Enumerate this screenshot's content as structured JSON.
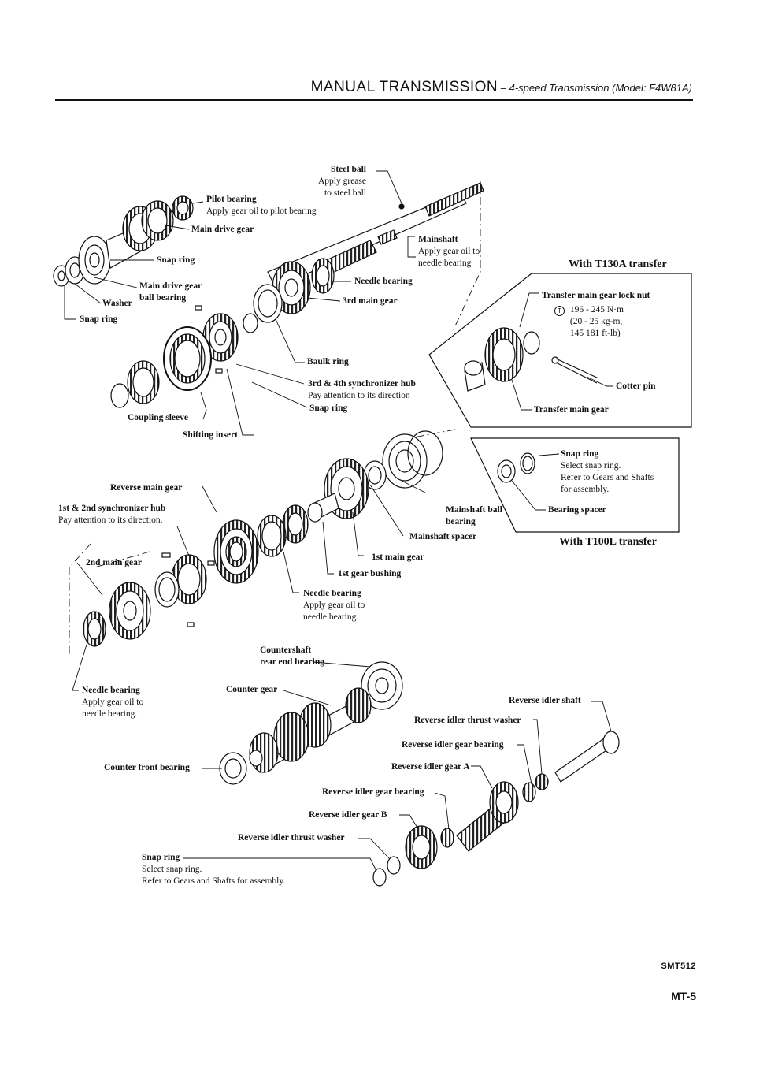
{
  "header": {
    "title": "MANUAL TRANSMISSION",
    "separator": " – ",
    "subtitle": "4-speed Transmission (Model: F4W81A)"
  },
  "labels": {
    "steel_ball": {
      "name": "Steel ball",
      "note": "Apply grease\nto steel ball"
    },
    "pilot_bearing": {
      "name": "Pilot bearing",
      "note": "Apply gear oil to pilot bearing"
    },
    "main_drive_gear": {
      "name": "Main drive gear"
    },
    "mainshaft": {
      "name": "Mainshaft",
      "note": "Apply gear oil to\nneedle bearing"
    },
    "snap_ring_top": {
      "name": "Snap ring"
    },
    "main_drive_gear_ball_bearing": {
      "name": "Main drive gear\nball bearing"
    },
    "washer": {
      "name": "Washer"
    },
    "snap_ring_left": {
      "name": "Snap ring"
    },
    "needle_bearing_top": {
      "name": "Needle bearing"
    },
    "third_main_gear": {
      "name": "3rd main gear"
    },
    "baulk_ring": {
      "name": "Baulk ring"
    },
    "sync_hub_34": {
      "name": "3rd & 4th synchronizer hub",
      "note": "Pay attention to its direction"
    },
    "snap_ring_mid": {
      "name": "Snap ring"
    },
    "coupling_sleeve": {
      "name": "Coupling sleeve"
    },
    "shifting_insert": {
      "name": "Shifting insert"
    },
    "reverse_main_gear": {
      "name": "Reverse main gear"
    },
    "sync_hub_12": {
      "name": "1st & 2nd synchronizer hub",
      "note": "Pay attention to its direction."
    },
    "second_main_gear": {
      "name": "2nd main gear"
    },
    "mainshaft_ball_bearing": {
      "name": "Mainshaft ball\nbearing"
    },
    "mainshaft_spacer": {
      "name": "Mainshaft spacer"
    },
    "first_main_gear": {
      "name": "1st main gear"
    },
    "first_gear_bushing": {
      "name": "1st gear bushing"
    },
    "needle_bearing_mid": {
      "name": "Needle bearing",
      "note": "Apply gear oil to\nneedle bearing."
    },
    "needle_bearing_left": {
      "name": "Needle bearing",
      "note": "Apply gear oil to\nneedle bearing."
    },
    "countershaft_rear_end_bearing": {
      "name": "Countershaft\nrear end bearing"
    },
    "counter_gear": {
      "name": "Counter gear"
    },
    "counter_front_bearing": {
      "name": "Counter front bearing"
    },
    "reverse_idler_shaft": {
      "name": "Reverse idler shaft"
    },
    "reverse_idler_thrust_washer_top": {
      "name": "Reverse idler thrust washer"
    },
    "reverse_idler_gear_bearing_top": {
      "name": "Reverse idler gear bearing"
    },
    "reverse_idler_gear_a": {
      "name": "Reverse idler gear A"
    },
    "reverse_idler_gear_bearing_mid": {
      "name": "Reverse idler gear bearing"
    },
    "reverse_idler_gear_b": {
      "name": "Reverse idler gear B"
    },
    "reverse_idler_thrust_washer_bottom": {
      "name": "Reverse idler thrust washer"
    },
    "snap_ring_bottom": {
      "name": "Snap ring",
      "note": "Select snap ring.\nRefer to Gears and Shafts for assembly."
    }
  },
  "t130a_box": {
    "title": "With T130A transfer",
    "lock_nut": "Transfer main gear lock nut",
    "torque_icon": "torque-symbol-icon",
    "torque_symbol": "T",
    "torque_values": "196 - 245 N·m\n(20 - 25 kg-m,\n145 181 ft-lb)",
    "cotter_pin": "Cotter pin",
    "transfer_main_gear": "Transfer main gear"
  },
  "t100l_box": {
    "title": "With T100L transfer",
    "snap_ring": "Snap ring",
    "snap_ring_note": "Select snap ring.\nRefer to Gears and Shafts\nfor assembly.",
    "bearing_spacer": "Bearing spacer"
  },
  "footer": {
    "figure_code": "SMT512",
    "page_number": "MT-5"
  }
}
